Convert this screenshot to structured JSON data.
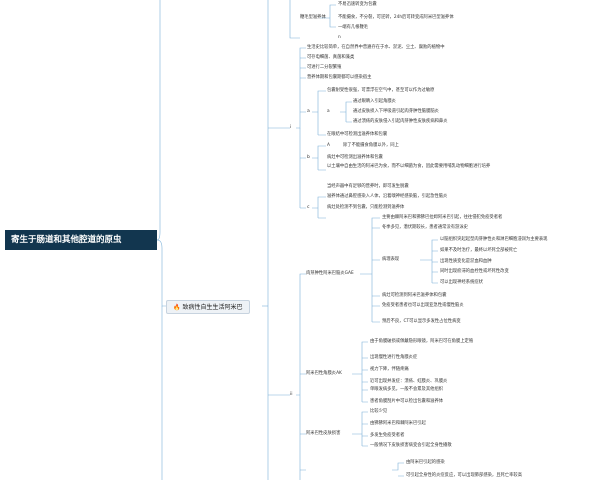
{
  "root": {
    "label": "寄生于肠道和其他腔道的原虫"
  },
  "branch": {
    "label": "致病性自生生活阿米巴",
    "icon": "flame-icon"
  },
  "top": {
    "t1": "不易迅速转变为包囊",
    "t2": "鞭毛型滋养体",
    "t3": "不能摄食，不分裂，可逆转，24h后可转变成阿米巴型滋养体",
    "t4": "一端有几根鞭毛",
    "t5": "n"
  },
  "s1": {
    "label": "i",
    "items": [
      "生活史比较简单，在自然界中普遍存在于水、淤泥、尘土、腐败的植物中",
      "可存电细菌、真菌和藻类",
      "可进行二分裂繁殖",
      "营养体期和包囊期都可以感染宿主"
    ],
    "a_label": "a",
    "a_first": "包囊耐受性很强，可漂浮在空气中，甚至可以作为过敏原",
    "a_sub": [
      "通过眼睛入引起角膜炎",
      "通过皮肤损入下呼吸道引起肉芽肿性脑膜脑炎",
      "通过溃疡的皮肤侵入引起肉芽肿性皮肤疾病和鼻炎"
    ],
    "a_last": "在眼结中可检测出滋养体和包囊",
    "b_label": "b",
    "b_a": "A",
    "b_a_text": "除了不能摄食角膜以外，同上",
    "b_items": [
      "病灶中可检测出滋养体和包囊",
      "以土壤中自由生活的阿米巴为食，而不以细菌为食，因此需要用哺乳动物细胞进行培养"
    ],
    "c_label": "c",
    "c_items": [
      "当经声器中有足够的营养时，即可发生脱囊",
      "滋养体通过鼻腔感染入人体，沿着嗅神经感染脑，引起急性脑炎",
      "病灶处检测不到包囊，只能检测到滋养体"
    ]
  },
  "s2": {
    "label": "ii",
    "pam": {
      "label": "肉芽肿性阿米巴脑炎GAE",
      "items": [
        "主要由棘阿米巴和狒狒巴拉姆阿米巴引起，往往侵犯免疫受者者",
        "冬季多见，潜伏期较长，患者通常没有游泳史"
      ],
      "path_label": "病理表现",
      "path": [
        "以脑组织突起起型肉芽肿性炎和淋巴细胞浸润为主要表现",
        "如果不及时治疗，最终以坏死全部被死亡",
        "出现性质变化是淤血和血肿",
        "同时出现瘀滞的血栓性或坏死性改变",
        "可以出现神经系统症状"
      ],
      "rest": [
        "病灶可检测到阿米巴滋养体和包囊",
        "免疫受者患者也可以出现亚急性或慢性脑炎",
        "预后不良，CT可以显示多发性占位性病变"
      ]
    },
    "aac": {
      "label": "阿米巴性角膜炎AK",
      "items": [
        "由于角膜破损或佩戴隐形眼镜，阿米巴可在角膜上定殖",
        "出现慢性进行性角膜炎症",
        "视力下降，伴随疼痛",
        "近可出现并发症：溃疡、虹膜炎、巩膜炎",
        "单眼发病多见，一般不会累及其他组织",
        "患者角膜刮片中可以检出包囊和滋养体"
      ]
    },
    "skin": {
      "label": "阿米巴性皮肤损害",
      "items": [
        "比较少见",
        "由狒狒阿米巴和棘阿米巴引起",
        "多发生免疫受者者",
        "一般情况下皮肤损害病变会引起全身性播散"
      ]
    },
    "more": [
      "由阿米巴引起的感染",
      "可引起全身性的炎症反应，可以出现肺部感染，且死亡率较高"
    ]
  }
}
